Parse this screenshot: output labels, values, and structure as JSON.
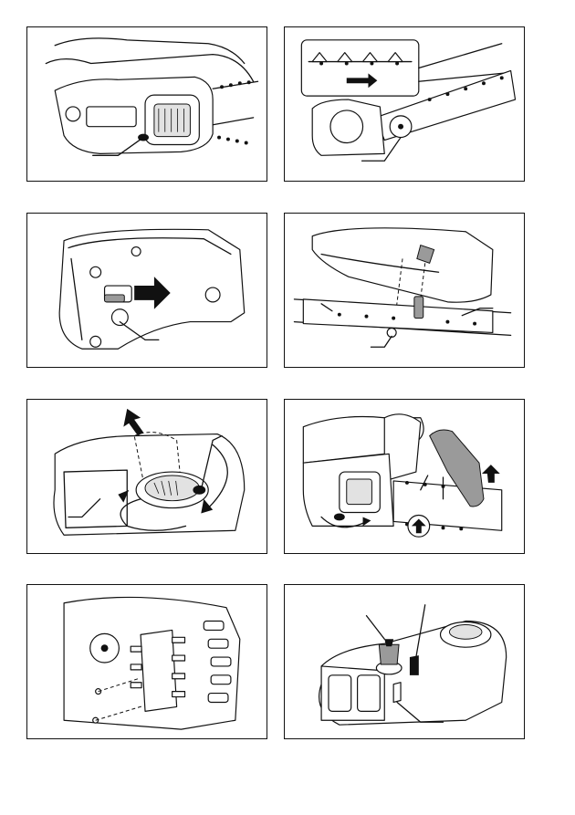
{
  "page": {
    "panel_count": 8
  },
  "figures": [
    {
      "id": 1,
      "icon": "chainsaw-sprocket-cover-illustration",
      "callout_lines": 1
    },
    {
      "id": 2,
      "icon": "chain-direction-illustration",
      "callout_lines": 1
    },
    {
      "id": 3,
      "icon": "sprocket-cover-inner-illustration",
      "callout_lines": 1
    },
    {
      "id": 4,
      "icon": "cover-alignment-illustration",
      "callout_lines": 3
    },
    {
      "id": 5,
      "icon": "knob-tightening-illustration",
      "callout_lines": 2
    },
    {
      "id": 6,
      "icon": "chain-tension-check-illustration",
      "callout_lines": 2
    },
    {
      "id": 7,
      "icon": "chain-cover-guard-illustration",
      "callout_lines": 0
    },
    {
      "id": 8,
      "icon": "oil-tank-cap-illustration",
      "callout_lines": 3
    }
  ]
}
